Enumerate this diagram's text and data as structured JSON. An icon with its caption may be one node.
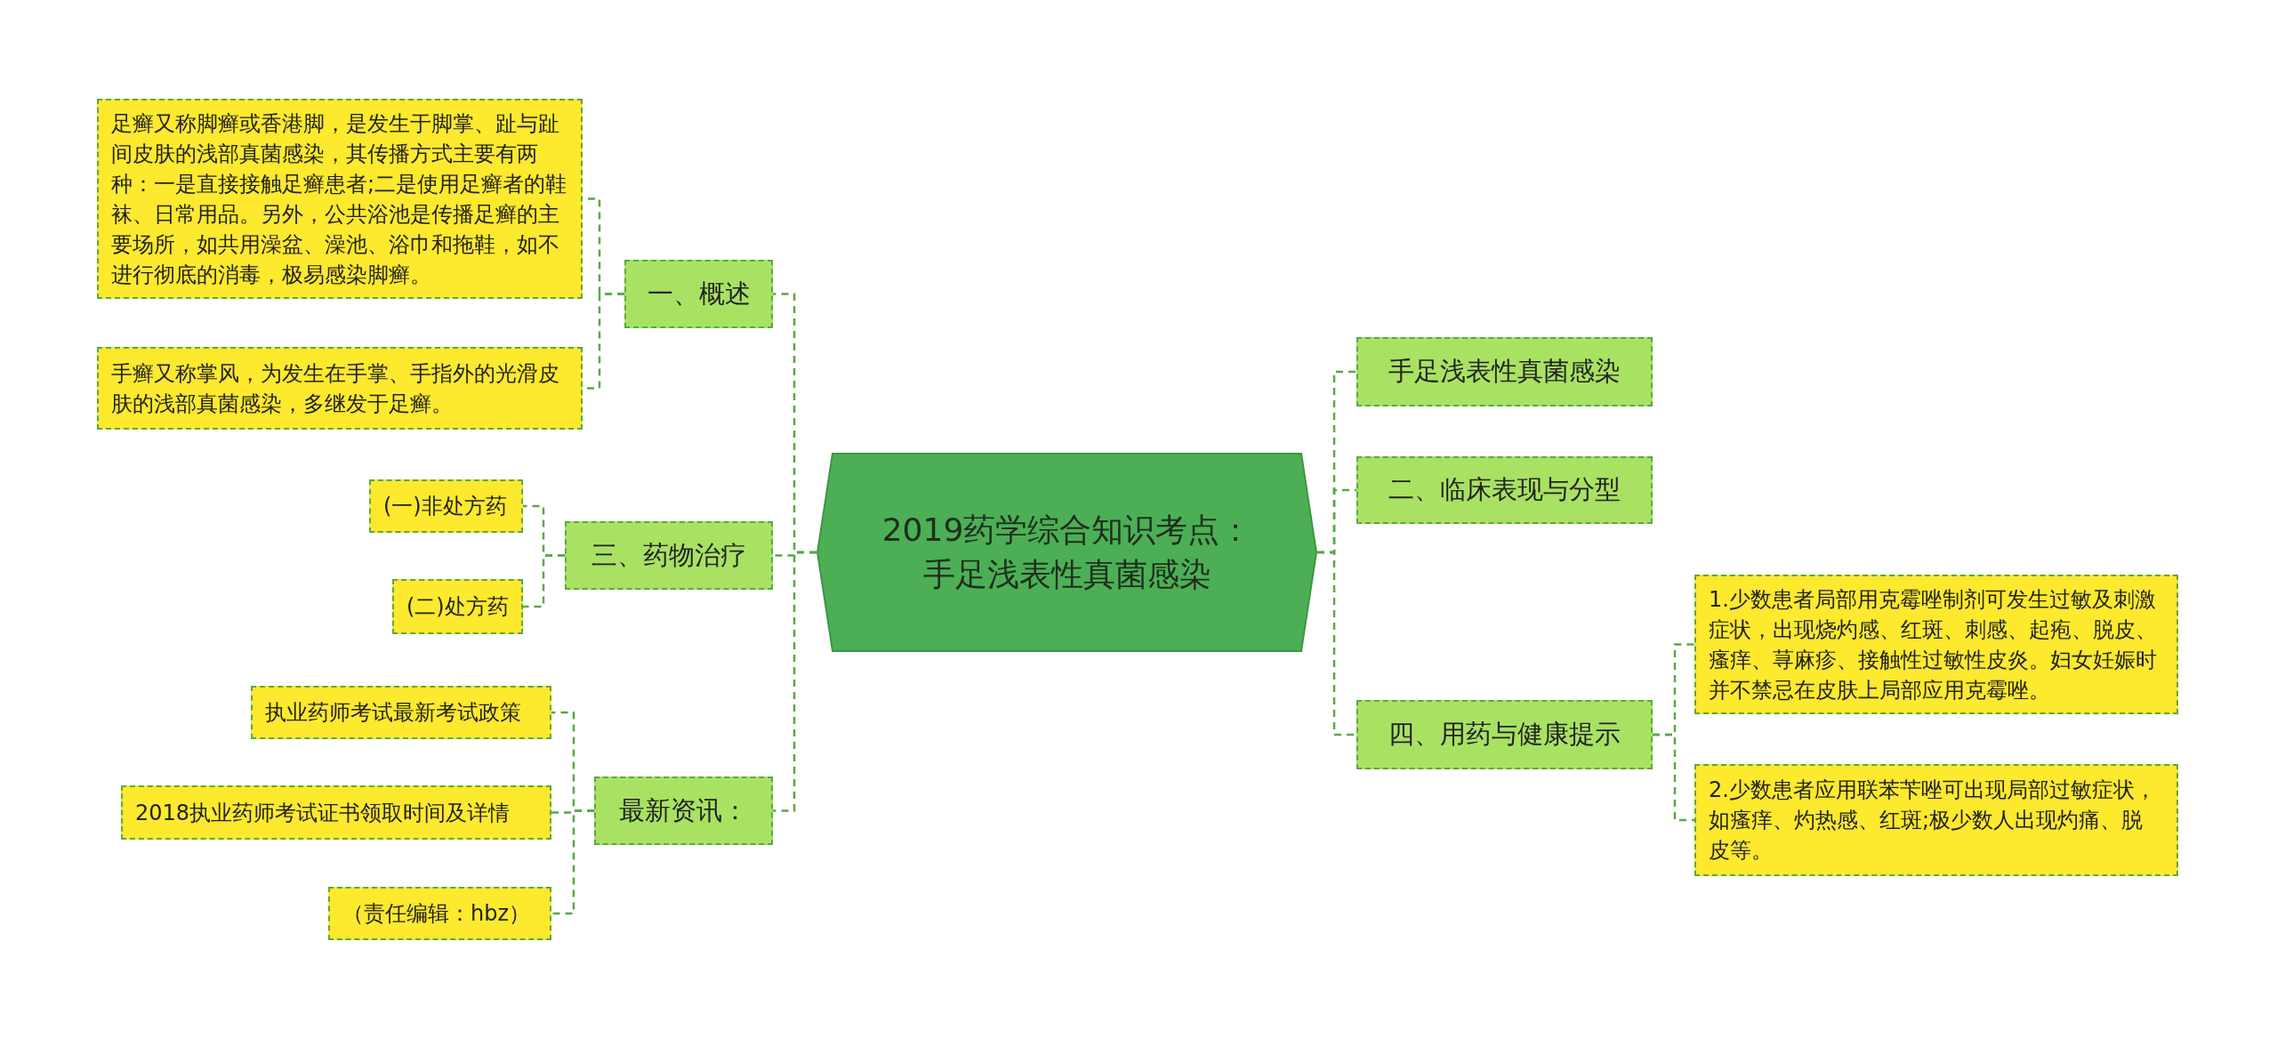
{
  "diagram": {
    "nodes": [
      {
        "text": [
          "2019药学综合知识考点：手足浅表性真菌感染"
        ]
      },
      {
        "text": [
          "一、概述"
        ]
      },
      {
        "text": [
          "足癣又称脚癣或香港脚，是发生于脚掌、趾与趾间皮肤的浅部真菌感染，其传播方式主要有两种：一是直接接触足癣患者;二是使用足癣者的鞋袜、日常用品。另外，公共浴池是传播足癣的主要场所，如共用澡盆、澡池、浴巾和拖鞋，如不进行彻底的消毒，极易感染脚癣。"
        ]
      },
      {
        "text": [
          "手癣又称掌风，为发生在手掌、手指外的光滑皮肤的浅部真菌感染，多继发于足癣。"
        ]
      },
      {
        "text": [
          "三、药物治疗"
        ]
      },
      {
        "text": [
          "(一)非处方药"
        ]
      },
      {
        "text": [
          "(二)处方药"
        ]
      },
      {
        "text": [
          "最新资讯："
        ]
      },
      {
        "text": [
          "执业药师考试最新考试政策"
        ]
      },
      {
        "text": [
          "2018执业药师考试证书领取时间及详情"
        ]
      },
      {
        "text": [
          "（责任编辑：hbz）"
        ]
      },
      {
        "text": [
          "手足浅表性真菌感染"
        ]
      },
      {
        "text": [
          "二、临床表现与分型"
        ]
      },
      {
        "text": [
          "四、用药与健康提示"
        ]
      },
      {
        "text": [
          "1.少数患者局部用克霉唑制剂可发生过敏及刺激症状，出现烧灼感、红斑、刺感、起疱、脱皮、瘙痒、荨麻疹、接触性过敏性皮炎。妇女妊娠时并不禁忌在皮肤上局部应用克霉唑。"
        ]
      },
      {
        "text": [
          "2.少数患者应用联苯苄唑可出现局部过敏症状，如瘙痒、灼热感、红斑;极少数人出现灼痛、脱皮等。"
        ]
      }
    ],
    "edges": [
      {
        "from": 0,
        "to": 1,
        "arrow": "none"
      },
      {
        "from": 0,
        "to": 4,
        "arrow": "none"
      },
      {
        "from": 0,
        "to": 7,
        "arrow": "none"
      },
      {
        "from": 0,
        "to": 11,
        "arrow": "none"
      },
      {
        "from": 0,
        "to": 12,
        "arrow": "none"
      },
      {
        "from": 0,
        "to": 13,
        "arrow": "none"
      },
      {
        "from": 1,
        "to": 2,
        "arrow": "none"
      },
      {
        "from": 1,
        "to": 3,
        "arrow": "none"
      },
      {
        "from": 4,
        "to": 5,
        "arrow": "none"
      },
      {
        "from": 4,
        "to": 6,
        "arrow": "none"
      },
      {
        "from": 7,
        "to": 8,
        "arrow": "none"
      },
      {
        "from": 7,
        "to": 9,
        "arrow": "none"
      },
      {
        "from": 7,
        "to": 10,
        "arrow": "none"
      },
      {
        "from": 13,
        "to": 14,
        "arrow": "none"
      },
      {
        "from": 13,
        "to": 15,
        "arrow": "none"
      }
    ]
  }
}
